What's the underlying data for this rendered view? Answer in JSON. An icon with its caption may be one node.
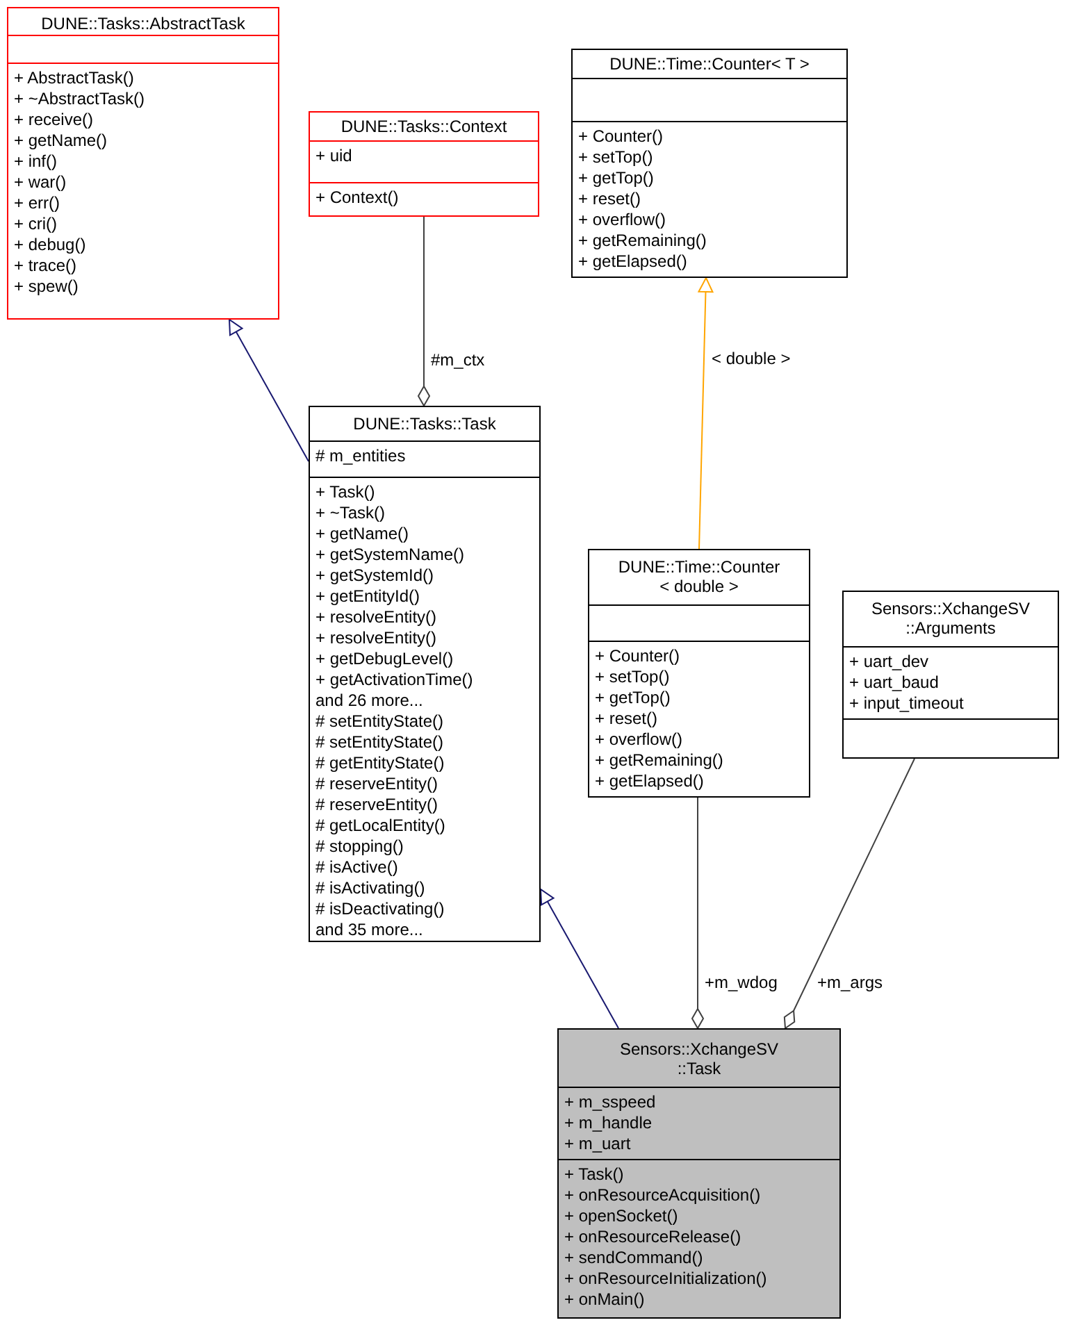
{
  "diagram": {
    "nodes": [
      {
        "text": [
          "DUNE::Tasks::AbstractTask"
        ]
      },
      {
        "text": [],
        "shape": "box",
        "in": 0
      },
      {
        "text": [
          "+ AbstractTask()",
          "+ ~AbstractTask()",
          "+ receive()",
          "+ getName()",
          "+ inf()",
          "+ war()",
          "+ err()",
          "+ cri()",
          "+ debug()",
          "+ trace()",
          "+ spew()"
        ],
        "in": 0
      },
      {
        "text": [
          "DUNE::Tasks::Context"
        ]
      },
      {
        "text": [
          "+ uid"
        ],
        "in": 3
      },
      {
        "text": [
          "+ Context()"
        ],
        "in": 3
      },
      {
        "text": [
          "DUNE::Time::Counter< T >"
        ]
      },
      {
        "text": [],
        "shape": "box",
        "in": 6
      },
      {
        "text": [
          "+ Counter()",
          "+ setTop()",
          "+ getTop()",
          "+ reset()",
          "+ overflow()",
          "+ getRemaining()",
          "+ getElapsed()"
        ],
        "in": 6
      },
      {
        "text": [
          "DUNE::Tasks::Task"
        ]
      },
      {
        "text": [
          "# m_entities"
        ],
        "in": 9
      },
      {
        "text": [
          "+ Task()",
          "+ ~Task()",
          "+ getName()",
          "+ getSystemName()",
          "+ getSystemId()",
          "+ getEntityId()",
          "+ resolveEntity()",
          "+ resolveEntity()",
          "+ getDebugLevel()",
          "+ getActivationTime()",
          "and 26 more...",
          "# setEntityState()",
          "# setEntityState()",
          "# getEntityState()",
          "# reserveEntity()",
          "# reserveEntity()",
          "# getLocalEntity()",
          "# stopping()",
          "# isActive()",
          "# isActivating()",
          "# isDeactivating()",
          "and 35 more..."
        ],
        "in": 9
      },
      {
        "text": [
          "DUNE::Time::Counter < double >"
        ]
      },
      {
        "text": [],
        "shape": "box",
        "in": 12
      },
      {
        "text": [
          "+ Counter()",
          "+ setTop()",
          "+ getTop()",
          "+ reset()",
          "+ overflow()",
          "+ getRemaining()",
          "+ getElapsed()"
        ],
        "in": 12
      },
      {
        "text": [
          "Sensors::XchangeSV ::Arguments"
        ]
      },
      {
        "text": [
          "+ uart_dev",
          "+ uart_baud",
          "+ input_timeout"
        ],
        "in": 15
      },
      {
        "text": [],
        "shape": "box",
        "in": 15
      },
      {
        "text": [
          "Sensors::XchangeSV ::Task"
        ]
      },
      {
        "text": [
          "+ m_sspeed",
          "+ m_handle",
          "+ m_uart"
        ],
        "in": 18
      },
      {
        "text": [
          "+ Task()",
          "+ onResourceAcquisition()",
          "+ openSocket()",
          "+ onResourceRelease()",
          "+ sendCommand()",
          "+ onResourceInitialization()",
          "+ onMain()"
        ],
        "in": 18
      }
    ],
    "edges": [
      {
        "from": 9,
        "to": 0,
        "arrow": "to",
        "color": "#191970"
      },
      {
        "from": 3,
        "to": 9,
        "arrow": "other",
        "label": "#m_ctx"
      },
      {
        "from": 12,
        "to": 6,
        "arrow": "to",
        "color": "#ffa500",
        "label": "< double >"
      },
      {
        "from": 18,
        "to": 9,
        "arrow": "to",
        "color": "#191970"
      },
      {
        "from": 12,
        "to": 18,
        "arrow": "other",
        "label": "+m_wdog"
      },
      {
        "from": 15,
        "to": 18,
        "arrow": "other",
        "label": "+m_args"
      }
    ]
  }
}
